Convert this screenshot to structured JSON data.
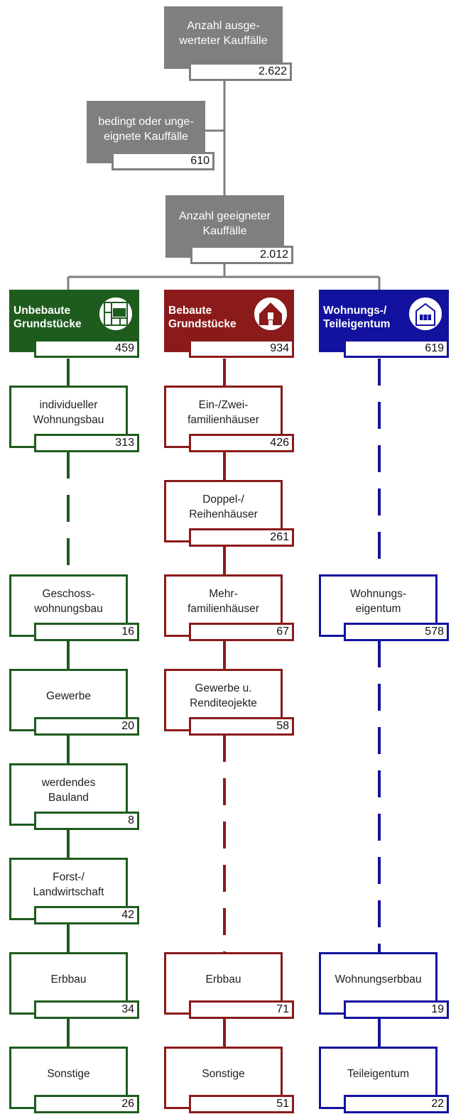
{
  "diagram": {
    "total": {
      "label": "Anzahl ausge-\nwerteter Kauffälle",
      "value": "2.622"
    },
    "excluded": {
      "label": "bedingt oder unge-\neignete Kauffälle",
      "value": "610"
    },
    "suitable": {
      "label": "Anzahl geeigneter\nKauffälle",
      "value": "2.012"
    },
    "categories": [
      {
        "label": "Unbebaute\nGrundstücke",
        "value": "459",
        "color": "#1e5c1e",
        "icon": "land-plot-icon"
      },
      {
        "label": "Bebaute\nGrundstücke",
        "value": "934",
        "color": "#8b1a1a",
        "icon": "house-icon"
      },
      {
        "label": "Wohnungs-/\nTeileigentum",
        "value": "619",
        "color": "#12129e",
        "icon": "apartment-icon"
      }
    ],
    "unbebaut": [
      {
        "label": "individueller\nWohnungsbau",
        "value": "313"
      },
      {
        "label": "Geschoss-\nwohnungsbau",
        "value": "16"
      },
      {
        "label": "Gewerbe",
        "value": "20"
      },
      {
        "label": "werdendes\nBauland",
        "value": "8"
      },
      {
        "label": "Forst-/\nLandwirtschaft",
        "value": "42"
      },
      {
        "label": "Erbbau",
        "value": "34"
      },
      {
        "label": "Sonstige",
        "value": "26"
      }
    ],
    "bebaut": [
      {
        "label": "Ein-/Zwei-\nfamilienhäuser",
        "value": "426"
      },
      {
        "label": "Doppel-/\nReihenhäuser",
        "value": "261"
      },
      {
        "label": "Mehr-\nfamilienhäuser",
        "value": "67"
      },
      {
        "label": "Gewerbe u.\nRenditeojekte",
        "value": "58"
      },
      {
        "label": "Erbbau",
        "value": "71"
      },
      {
        "label": "Sonstige",
        "value": "51"
      }
    ],
    "wohnung": [
      {
        "label": "Wohnungs-\neigentum",
        "value": "578"
      },
      {
        "label": "Wohnungserbbau",
        "value": "19"
      },
      {
        "label": "Teileigentum",
        "value": "22"
      }
    ]
  }
}
